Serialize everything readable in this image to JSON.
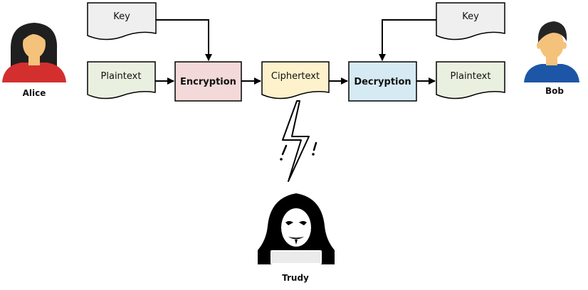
{
  "people": {
    "alice": "Alice",
    "bob": "Bob",
    "trudy": "Trudy"
  },
  "documents": {
    "key_left": "Key",
    "key_right": "Key",
    "plaintext_left": "Plaintext",
    "ciphertext": "Ciphertext",
    "plaintext_right": "Plaintext"
  },
  "processes": {
    "encryption": "Encryption",
    "decryption": "Decryption"
  },
  "colors": {
    "key_fill": "#efefef",
    "plaintext_fill": "#e9f0df",
    "ciphertext_fill": "#fdf2cc",
    "encryption_fill": "#f3d9d9",
    "decryption_fill": "#d6eaf3",
    "alice_hair": "#1f1f1f",
    "alice_shirt": "#d32f2f",
    "bob_hair": "#252525",
    "bob_shirt": "#1d56a6",
    "skin": "#f4c27a"
  }
}
